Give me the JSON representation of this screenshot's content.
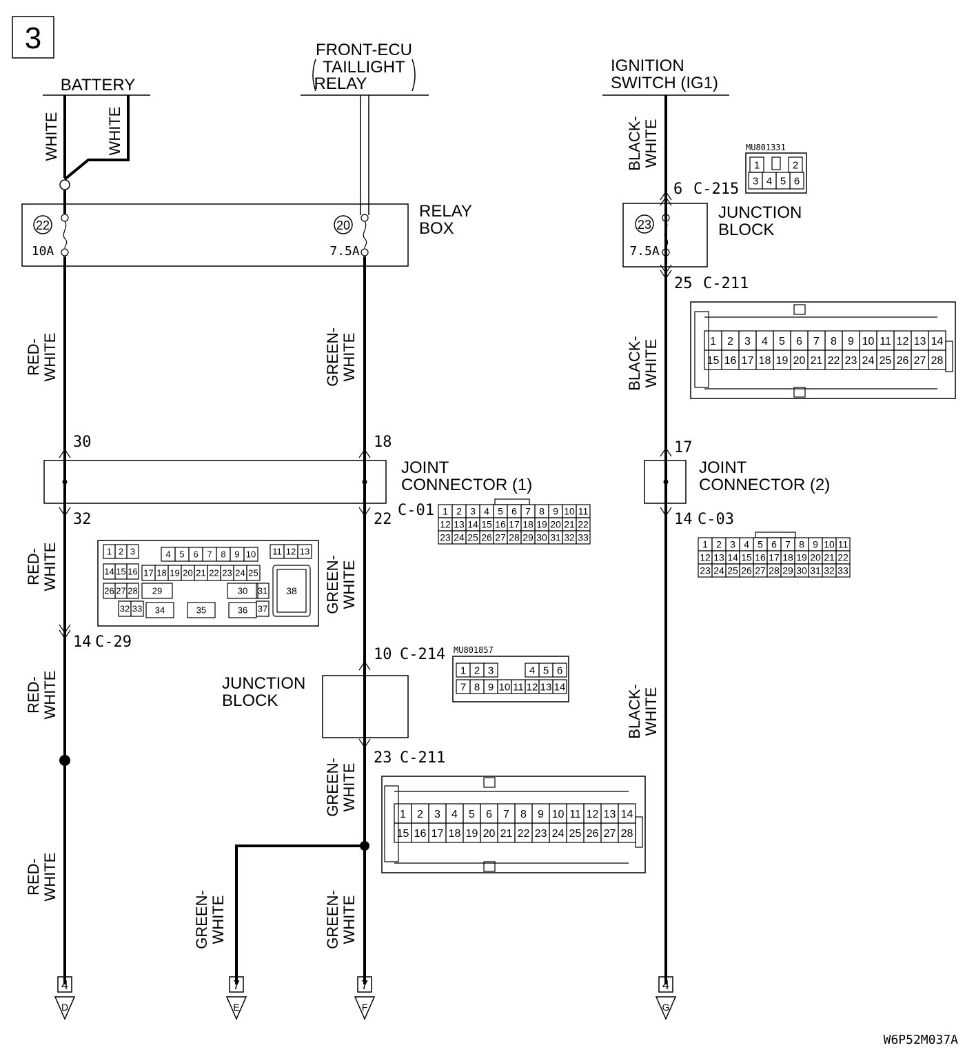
{
  "page_number": "3",
  "figure_code": "W6P52M037A",
  "sources": {
    "battery": "BATTERY",
    "front_ecu": [
      "FRONT-ECU",
      "TAILLIGHT",
      "RELAY"
    ],
    "ignition": [
      "IGNITION",
      "SWITCH (IG1)"
    ]
  },
  "wire_colors": {
    "white": "WHITE",
    "red_white": [
      "RED-",
      "WHITE"
    ],
    "green_white": [
      "GREEN-",
      "WHITE"
    ],
    "black_white": [
      "BLACK-",
      "WHITE"
    ]
  },
  "relay_box": {
    "label": [
      "RELAY",
      "BOX"
    ],
    "fuse_22": {
      "number": "22",
      "rating": "10A"
    },
    "fuse_20": {
      "number": "20",
      "rating": "7.5A"
    }
  },
  "junction_block_top": {
    "label": [
      "JUNCTION",
      "BLOCK"
    ],
    "fuse_23": {
      "number": "23",
      "rating": "7.5A"
    },
    "in_pin": "6",
    "in_connector": "C-215",
    "out_pin": "25",
    "out_connector": "C-211",
    "part_no": "MU801331"
  },
  "joint_connector_1": {
    "label": [
      "JOINT",
      "CONNECTOR (1)"
    ],
    "pins": {
      "a_in": "30",
      "b_in": "18",
      "a_out": "32",
      "b_out": "22"
    },
    "connector": "C-01"
  },
  "joint_connector_2": {
    "label": [
      "JOINT",
      "CONNECTOR (2)"
    ],
    "pin_in": "17",
    "pin_out": "14",
    "connector": "C-03"
  },
  "c29": {
    "pin": "14",
    "connector": "C-29"
  },
  "junction_block_bottom": {
    "label": [
      "JUNCTION",
      "BLOCK"
    ],
    "in_pin": "10",
    "in_connector": "C-214",
    "out_pin": "23",
    "out_connector": "C-211",
    "part_no": "MU801857"
  },
  "c215_pins": [
    [
      "1",
      "",
      "2"
    ],
    [
      "3",
      "4",
      "5",
      "6"
    ]
  ],
  "c211_pins": [
    [
      "1",
      "2",
      "3",
      "4",
      "5",
      "6",
      "7",
      "8",
      "9",
      "10",
      "11",
      "12",
      "13",
      "14"
    ],
    [
      "15",
      "16",
      "17",
      "18",
      "19",
      "20",
      "21",
      "22",
      "23",
      "24",
      "25",
      "26",
      "27",
      "28"
    ]
  ],
  "c01_pins": [
    [
      "1",
      "2",
      "3",
      "4",
      "5",
      "6",
      "7",
      "8",
      "9",
      "10",
      "11"
    ],
    [
      "12",
      "13",
      "14",
      "15",
      "16",
      "17",
      "18",
      "19",
      "20",
      "21",
      "22"
    ],
    [
      "23",
      "24",
      "25",
      "26",
      "27",
      "28",
      "29",
      "30",
      "31",
      "32",
      "33"
    ]
  ],
  "c214_pins": [
    [
      "1",
      "2",
      "3",
      "",
      "4",
      "5",
      "6"
    ],
    [
      "7",
      "8",
      "9",
      "10",
      "11",
      "12",
      "13",
      "14"
    ]
  ],
  "c29_pins": {
    "row1": [
      "1",
      "2",
      "3",
      "",
      "4",
      "5",
      "6",
      "7",
      "8",
      "9",
      "10",
      "",
      "11",
      "12",
      "13"
    ],
    "row2": [
      "14",
      "15",
      "16",
      "17",
      "18",
      "19",
      "20",
      "21",
      "22",
      "23",
      "24",
      "25"
    ],
    "row3": [
      "26",
      "27",
      "28",
      "29",
      "30",
      "31"
    ],
    "row4": [
      "32",
      "33",
      "34",
      "35",
      "36",
      "37"
    ],
    "big": "38"
  },
  "terminals": [
    {
      "page": "4",
      "letter": "D"
    },
    {
      "page": "7",
      "letter": "E"
    },
    {
      "page": "7",
      "letter": "F"
    },
    {
      "page": "4",
      "letter": "G"
    }
  ]
}
